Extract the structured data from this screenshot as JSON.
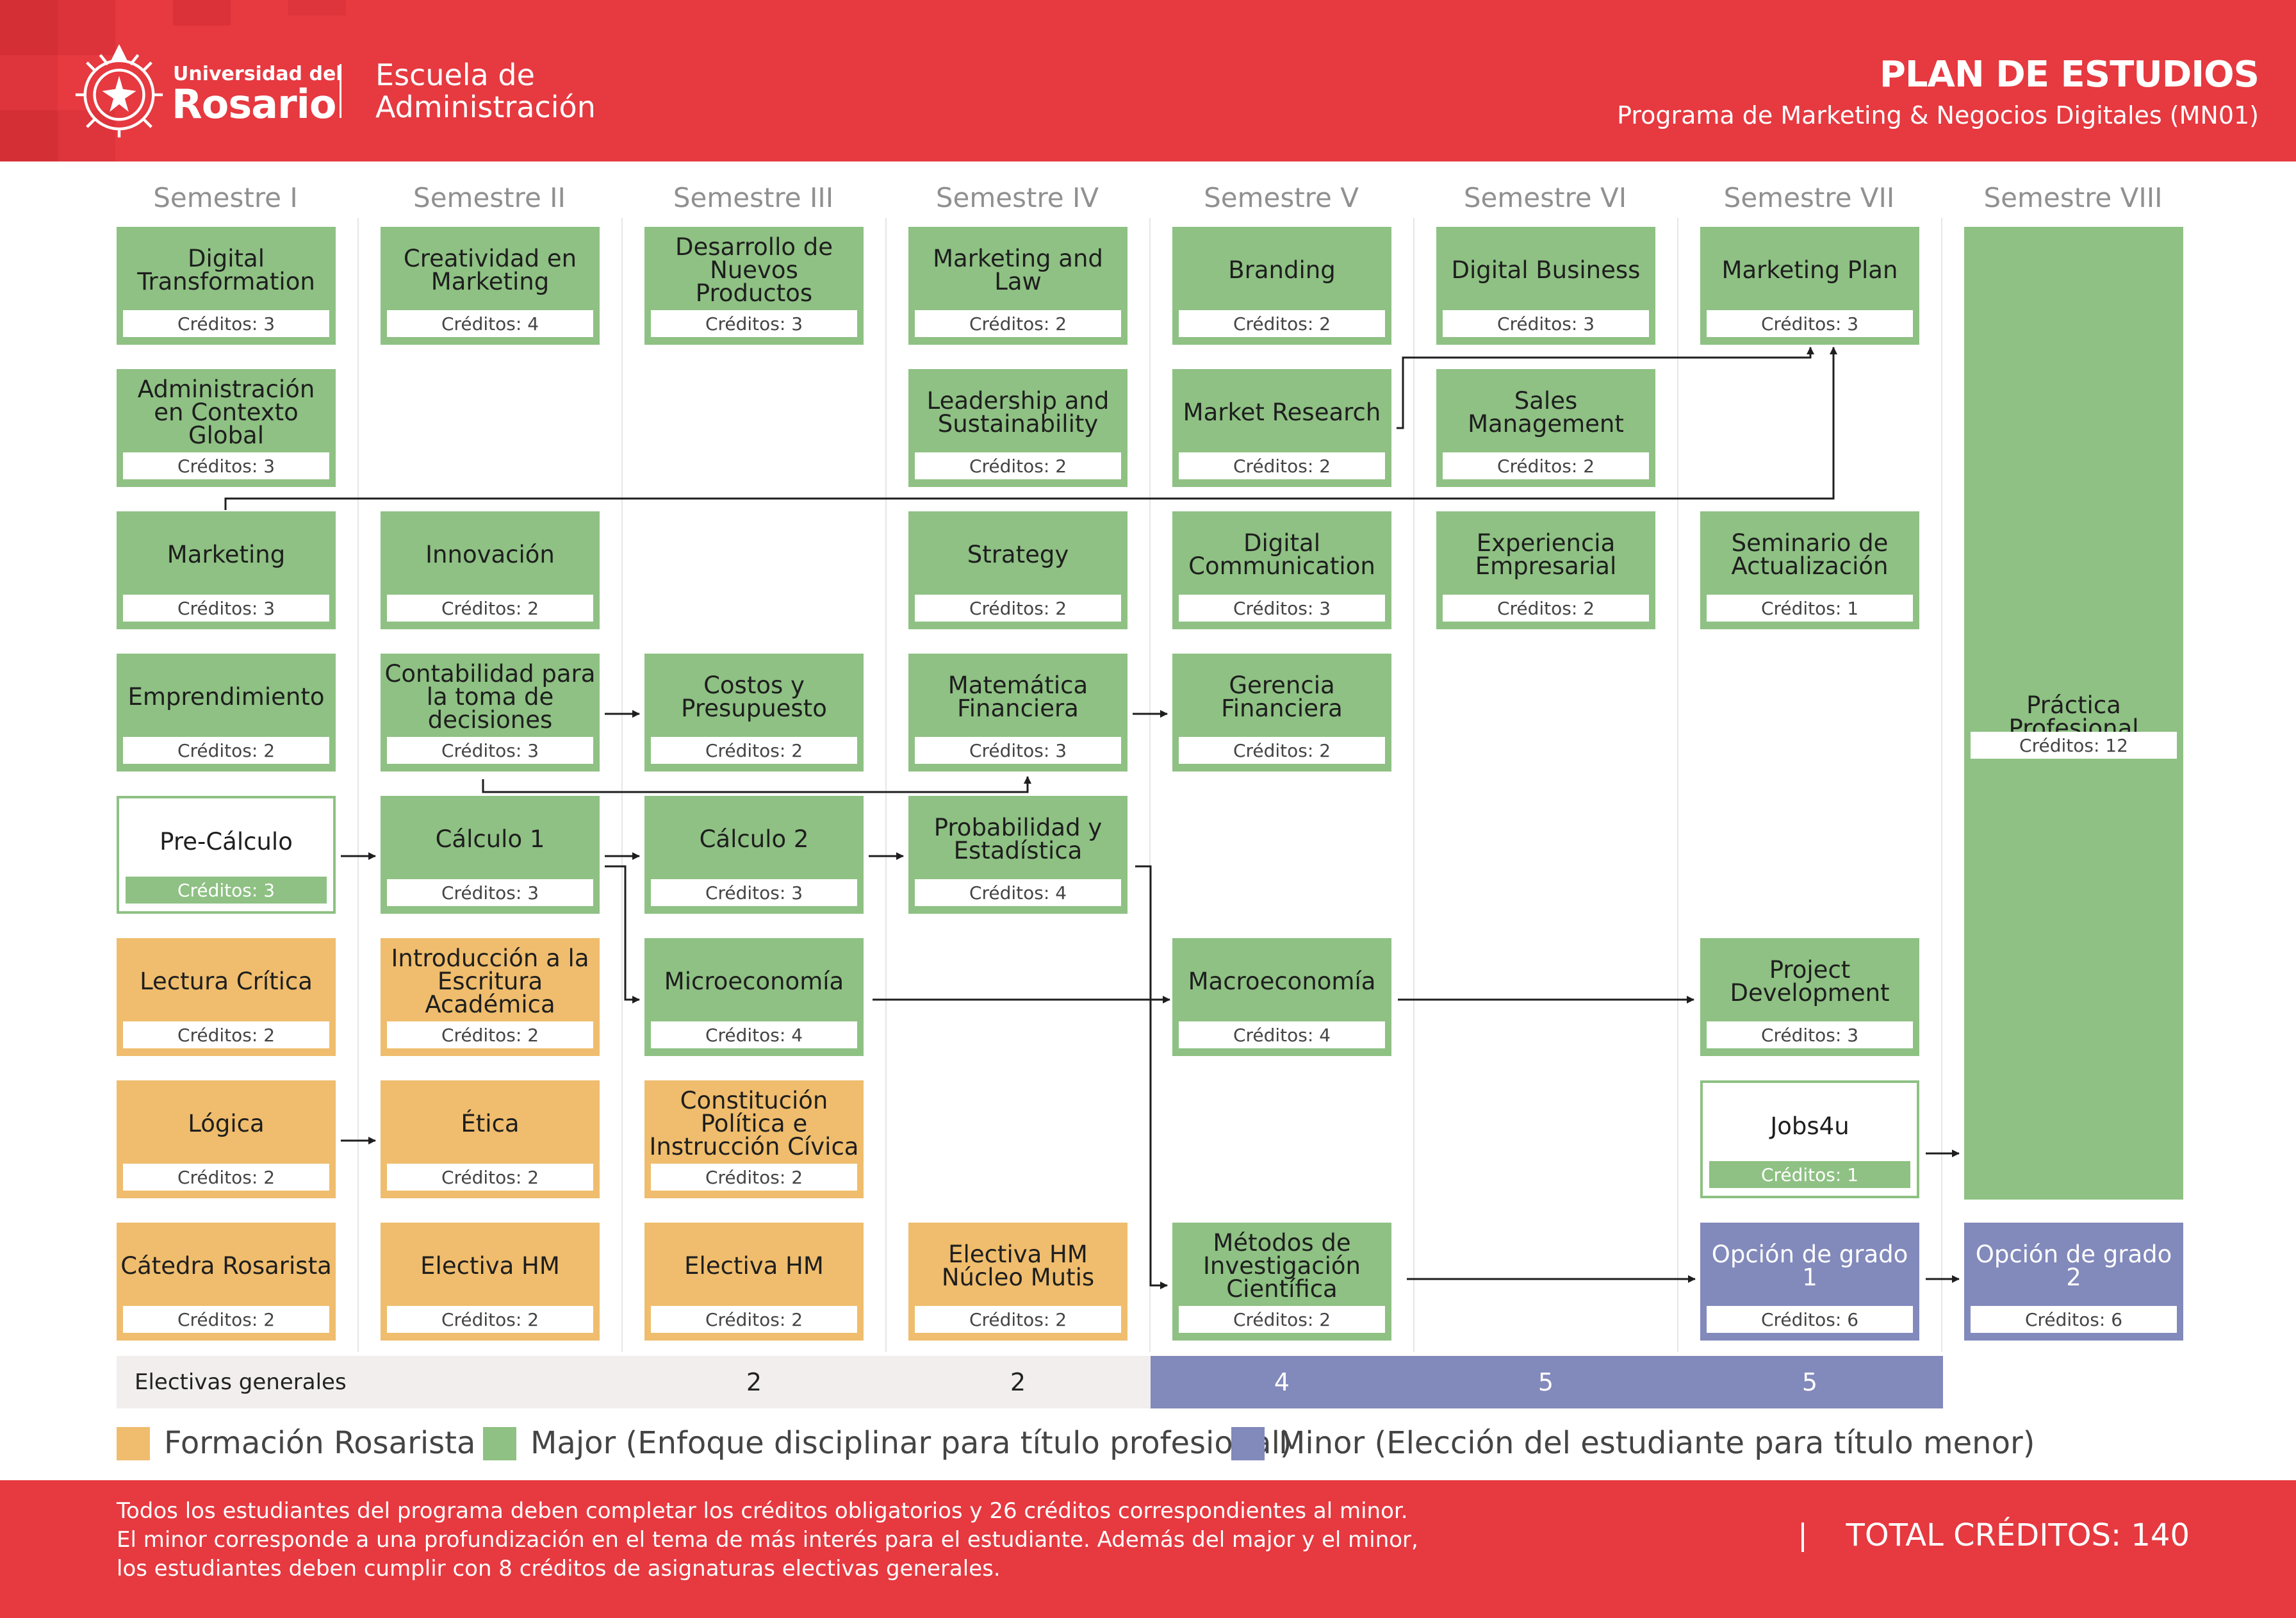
{
  "header": {
    "university_small": "Universidad del",
    "university_big": "Rosario",
    "school_line1": "Escuela de",
    "school_line2": "Administración",
    "title": "PLAN DE ESTUDIOS",
    "subtitle": "Programa de Marketing & Negocios Digitales (MN01)"
  },
  "semesters": [
    "Semestre I",
    "Semestre II",
    "Semestre III",
    "Semestre IV",
    "Semestre V",
    "Semestre VI",
    "Semestre VII",
    "Semestre VIII"
  ],
  "courses": [
    {
      "id": "c-digital-transformation",
      "name": "Digital Transformation",
      "credits": "Créditos: 3",
      "col": 0,
      "row": 0,
      "kind": "green"
    },
    {
      "id": "c-administracion-global",
      "name": "Administración en Contexto Global",
      "credits": "Créditos: 3",
      "col": 0,
      "row": 1,
      "kind": "green"
    },
    {
      "id": "c-marketing",
      "name": "Marketing",
      "credits": "Créditos: 3",
      "col": 0,
      "row": 2,
      "kind": "green"
    },
    {
      "id": "c-emprendimiento",
      "name": "Emprendimiento",
      "credits": "Créditos: 2",
      "col": 0,
      "row": 3,
      "kind": "green"
    },
    {
      "id": "c-pre-calculo",
      "name": "Pre-Cálculo",
      "credits": "Créditos: 3",
      "col": 0,
      "row": 4,
      "kind": "outline"
    },
    {
      "id": "c-lectura-critica",
      "name": "Lectura Crítica",
      "credits": "Créditos: 2",
      "col": 0,
      "row": 5,
      "kind": "orange"
    },
    {
      "id": "c-logica",
      "name": "Lógica",
      "credits": "Créditos: 2",
      "col": 0,
      "row": 6,
      "kind": "orange"
    },
    {
      "id": "c-catedra-rosarista",
      "name": "Cátedra Rosarista",
      "credits": "Créditos: 2",
      "col": 0,
      "row": 7,
      "kind": "orange"
    },
    {
      "id": "c-creatividad-marketing",
      "name": "Creatividad en Marketing",
      "credits": "Créditos: 4",
      "col": 1,
      "row": 0,
      "kind": "green"
    },
    {
      "id": "c-innovacion",
      "name": "Innovación",
      "credits": "Créditos: 2",
      "col": 1,
      "row": 2,
      "kind": "green"
    },
    {
      "id": "c-contabilidad",
      "name": "Contabilidad para la toma de decisiones",
      "credits": "Créditos: 3",
      "col": 1,
      "row": 3,
      "kind": "green"
    },
    {
      "id": "c-calculo-1",
      "name": "Cálculo 1",
      "credits": "Créditos: 3",
      "col": 1,
      "row": 4,
      "kind": "green"
    },
    {
      "id": "c-intro-escritura",
      "name": "Introducción a la Escritura Académica",
      "credits": "Créditos: 2",
      "col": 1,
      "row": 5,
      "kind": "orange"
    },
    {
      "id": "c-etica",
      "name": "Ética",
      "credits": "Créditos: 2",
      "col": 1,
      "row": 6,
      "kind": "orange"
    },
    {
      "id": "c-electiva-hm-1",
      "name": "Electiva HM",
      "credits": "Créditos: 2",
      "col": 1,
      "row": 7,
      "kind": "orange"
    },
    {
      "id": "c-nuevos-productos",
      "name": "Desarrollo de Nuevos Productos",
      "credits": "Créditos: 3",
      "col": 2,
      "row": 0,
      "kind": "green"
    },
    {
      "id": "c-costos",
      "name": "Costos y Presupuesto",
      "credits": "Créditos: 2",
      "col": 2,
      "row": 3,
      "kind": "green"
    },
    {
      "id": "c-calculo-2",
      "name": "Cálculo 2",
      "credits": "Créditos: 3",
      "col": 2,
      "row": 4,
      "kind": "green"
    },
    {
      "id": "c-microeconomia",
      "name": "Microeconomía",
      "credits": "Créditos: 4",
      "col": 2,
      "row": 5,
      "kind": "green"
    },
    {
      "id": "c-constitucion",
      "name": "Constitución Política e Instrucción Cívica",
      "credits": "Créditos: 2",
      "col": 2,
      "row": 6,
      "kind": "orange"
    },
    {
      "id": "c-electiva-hm-2",
      "name": "Electiva HM",
      "credits": "Créditos: 2",
      "col": 2,
      "row": 7,
      "kind": "orange"
    },
    {
      "id": "c-marketing-law",
      "name": "Marketing and Law",
      "credits": "Créditos: 2",
      "col": 3,
      "row": 0,
      "kind": "green"
    },
    {
      "id": "c-leadership",
      "name": "Leadership and Sustainability",
      "credits": "Créditos: 2",
      "col": 3,
      "row": 1,
      "kind": "green"
    },
    {
      "id": "c-strategy",
      "name": "Strategy",
      "credits": "Créditos: 2",
      "col": 3,
      "row": 2,
      "kind": "green"
    },
    {
      "id": "c-matematica-financiera",
      "name": "Matemática Financiera",
      "credits": "Créditos: 3",
      "col": 3,
      "row": 3,
      "kind": "green"
    },
    {
      "id": "c-probabilidad",
      "name": "Probabilidad y Estadística",
      "credits": "Créditos: 4",
      "col": 3,
      "row": 4,
      "kind": "green"
    },
    {
      "id": "c-electiva-nucleo",
      "name": "Electiva HM Núcleo Mutis",
      "credits": "Créditos: 2",
      "col": 3,
      "row": 7,
      "kind": "orange"
    },
    {
      "id": "c-branding",
      "name": "Branding",
      "credits": "Créditos: 2",
      "col": 4,
      "row": 0,
      "kind": "green"
    },
    {
      "id": "c-market-research",
      "name": "Market Research",
      "credits": "Créditos: 2",
      "col": 4,
      "row": 1,
      "kind": "green"
    },
    {
      "id": "c-digital-communication",
      "name": "Digital Communication",
      "credits": "Créditos: 3",
      "col": 4,
      "row": 2,
      "kind": "green"
    },
    {
      "id": "c-gerencia-financiera",
      "name": "Gerencia Financiera",
      "credits": "Créditos: 2",
      "col": 4,
      "row": 3,
      "kind": "green"
    },
    {
      "id": "c-macroeconomia",
      "name": "Macroeconomía",
      "credits": "Créditos: 4",
      "col": 4,
      "row": 5,
      "kind": "green"
    },
    {
      "id": "c-metodos",
      "name": "Métodos de Investigación Científica",
      "credits": "Créditos: 2",
      "col": 4,
      "row": 7,
      "kind": "green"
    },
    {
      "id": "c-digital-business",
      "name": "Digital Business",
      "credits": "Créditos: 3",
      "col": 5,
      "row": 0,
      "kind": "green"
    },
    {
      "id": "c-sales-management",
      "name": "Sales Management",
      "credits": "Créditos: 2",
      "col": 5,
      "row": 1,
      "kind": "green"
    },
    {
      "id": "c-experiencia-empresarial",
      "name": "Experiencia Empresarial",
      "credits": "Créditos: 2",
      "col": 5,
      "row": 2,
      "kind": "green"
    },
    {
      "id": "c-marketing-plan",
      "name": "Marketing Plan",
      "credits": "Créditos: 3",
      "col": 6,
      "row": 0,
      "kind": "green"
    },
    {
      "id": "c-seminario",
      "name": "Seminario de Actualización",
      "credits": "Créditos: 1",
      "col": 6,
      "row": 2,
      "kind": "green"
    },
    {
      "id": "c-project-development",
      "name": "Project Development",
      "credits": "Créditos: 3",
      "col": 6,
      "row": 5,
      "kind": "green"
    },
    {
      "id": "c-jobs4u",
      "name": "Jobs4u",
      "credits": "Créditos: 1",
      "col": 6,
      "row": 6,
      "kind": "outline"
    },
    {
      "id": "c-opcion-grado-1",
      "name": "Opción de grado 1",
      "credits": "Créditos: 6",
      "col": 6,
      "row": 7,
      "kind": "purple"
    },
    {
      "id": "c-practica-profesional",
      "name": "Práctica Profesional",
      "credits": "Créditos: 12",
      "col": 7,
      "row": 0,
      "kind": "tall"
    },
    {
      "id": "c-opcion-grado-2",
      "name": "Opción de grado 2",
      "credits": "Créditos: 6",
      "col": 7,
      "row": 7,
      "kind": "purple"
    }
  ],
  "electives": {
    "label": "Electivas generales",
    "values": [
      {
        "col": 2,
        "value": "2"
      },
      {
        "col": 3,
        "value": "2"
      },
      {
        "col": 4,
        "value": "4"
      },
      {
        "col": 5,
        "value": "5"
      },
      {
        "col": 6,
        "value": "5"
      }
    ]
  },
  "legend": [
    {
      "label": "Formación Rosarista",
      "color": "#efbd6d"
    },
    {
      "label": "Major (Enfoque disciplinar para título profesional)",
      "color": "#8ec183"
    },
    {
      "label": "Minor (Elección del estudiante para título menor)",
      "color": "#8289bb"
    }
  ],
  "colors": {
    "brand_red": "#e63940",
    "major_green": "#8ec183",
    "rosarista_orange": "#efbd6d",
    "minor_purple": "#8289bb"
  },
  "footer": {
    "note_lines": [
      "Todos los estudiantes del programa deben completar los créditos obligatorios y 26 créditos correspondientes al minor.",
      "El minor corresponde a una profundización en el tema de más interés para el estudiante. Además del major y el minor,",
      "los estudiantes deben cumplir con 8 créditos de asignaturas electivas generales."
    ],
    "total": "TOTAL CRÉDITOS: 140"
  }
}
